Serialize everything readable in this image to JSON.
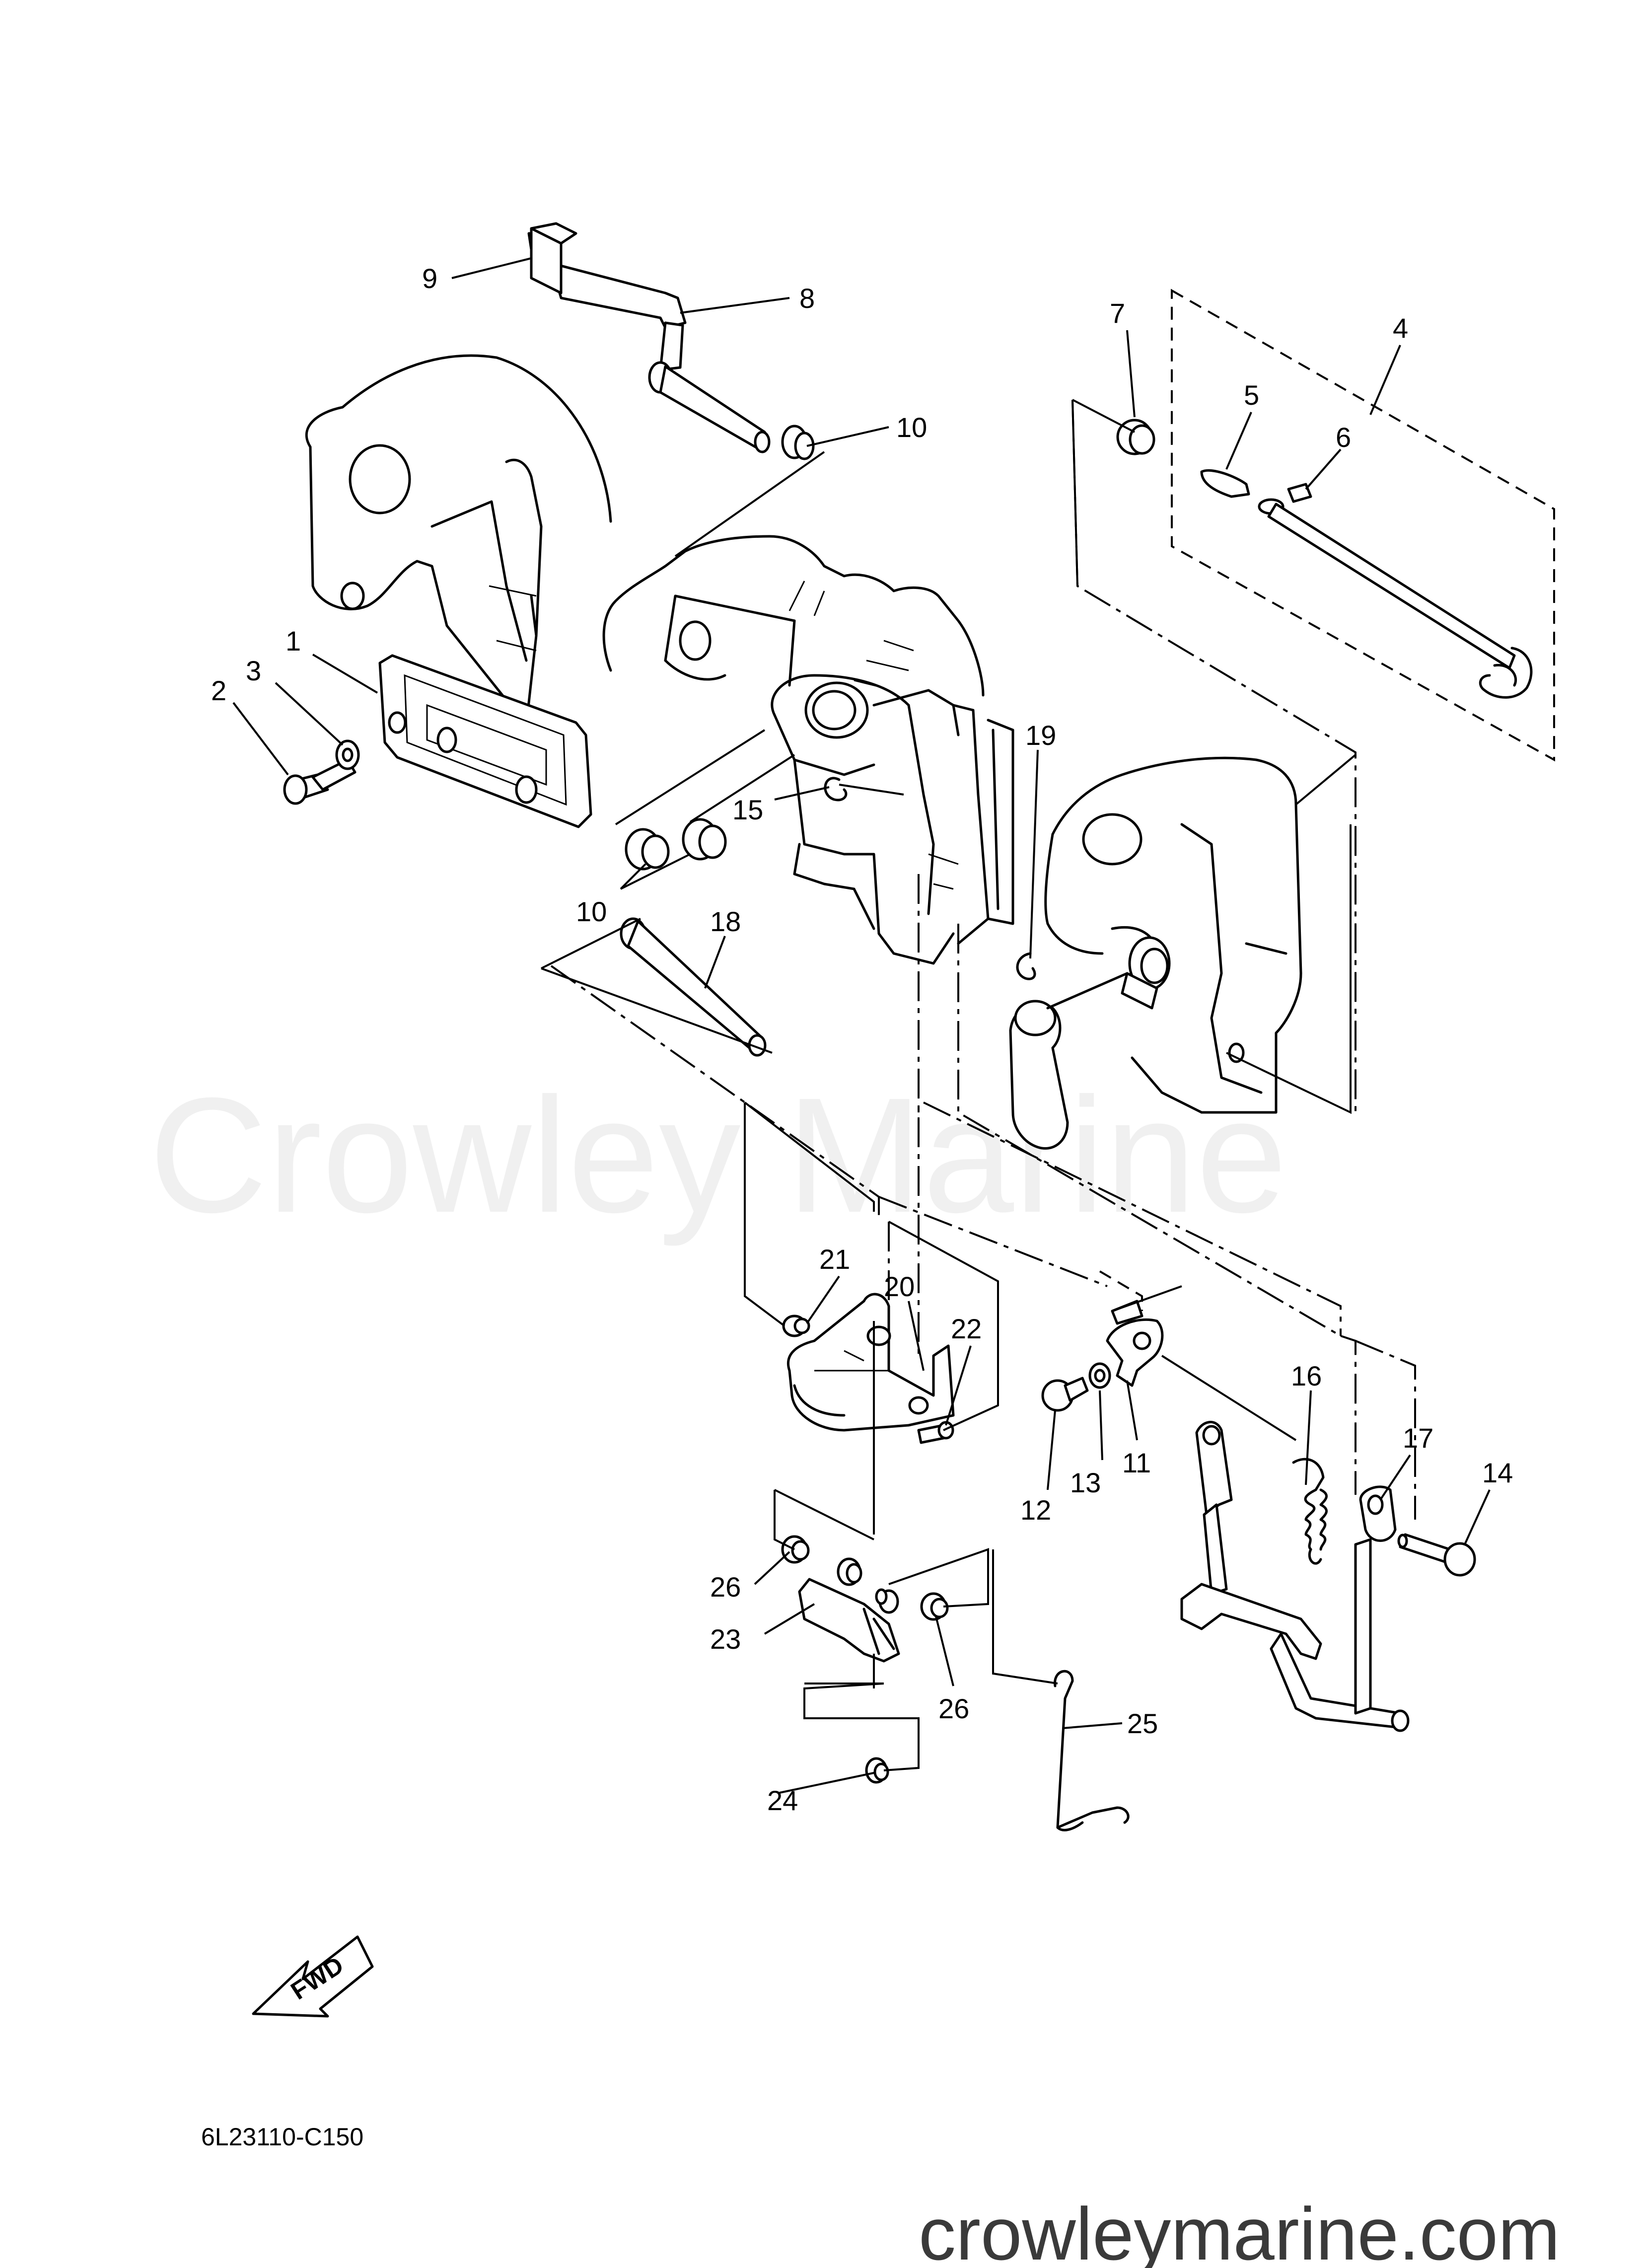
{
  "watermark": "Crowley Marine",
  "diagram_code": "6L23110-C150",
  "site_url": "crowleymarine.com",
  "fwd_label": "FWD",
  "callouts": [
    {
      "id": "c1",
      "label": "1"
    },
    {
      "id": "c2",
      "label": "2"
    },
    {
      "id": "c3",
      "label": "3"
    },
    {
      "id": "c4",
      "label": "4"
    },
    {
      "id": "c5",
      "label": "5"
    },
    {
      "id": "c6",
      "label": "6"
    },
    {
      "id": "c7",
      "label": "7"
    },
    {
      "id": "c8",
      "label": "8"
    },
    {
      "id": "c9",
      "label": "9"
    },
    {
      "id": "c10a",
      "label": "10"
    },
    {
      "id": "c10b",
      "label": "10"
    },
    {
      "id": "c11",
      "label": "11"
    },
    {
      "id": "c12",
      "label": "12"
    },
    {
      "id": "c13",
      "label": "13"
    },
    {
      "id": "c14",
      "label": "14"
    },
    {
      "id": "c15",
      "label": "15"
    },
    {
      "id": "c16",
      "label": "16"
    },
    {
      "id": "c17",
      "label": "17"
    },
    {
      "id": "c18",
      "label": "18"
    },
    {
      "id": "c19",
      "label": "19"
    },
    {
      "id": "c20",
      "label": "20"
    },
    {
      "id": "c21",
      "label": "21"
    },
    {
      "id": "c22",
      "label": "22"
    },
    {
      "id": "c23",
      "label": "23"
    },
    {
      "id": "c24",
      "label": "24"
    },
    {
      "id": "c25",
      "label": "25"
    },
    {
      "id": "c26a",
      "label": "26"
    },
    {
      "id": "c26b",
      "label": "26"
    }
  ]
}
